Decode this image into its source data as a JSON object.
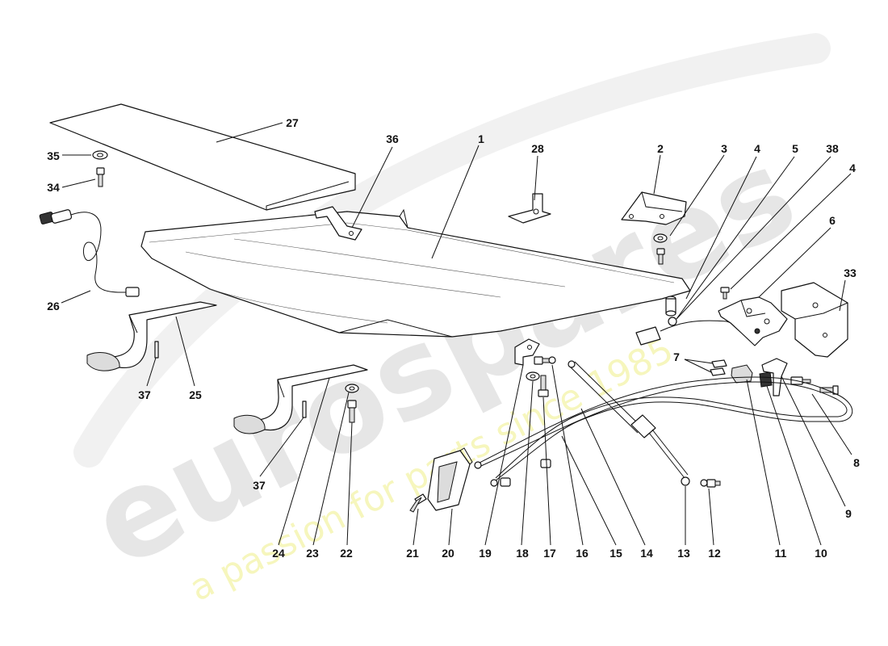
{
  "watermark": {
    "brand": "eurospares",
    "tagline": "a passion for parts since 1985"
  },
  "callouts": {
    "c1": "1",
    "c2": "2",
    "c3": "3",
    "c4a": "4",
    "c4b": "4",
    "c5": "5",
    "c6": "6",
    "c7": "7",
    "c8": "8",
    "c9": "9",
    "c10": "10",
    "c11": "11",
    "c12": "12",
    "c13": "13",
    "c14": "14",
    "c15": "15",
    "c16": "16",
    "c17": "17",
    "c18": "18",
    "c19": "19",
    "c20": "20",
    "c21": "21",
    "c22": "22",
    "c23": "23",
    "c24": "24",
    "c25": "25",
    "c26": "26",
    "c27": "27",
    "c28": "28",
    "c33": "33",
    "c34": "34",
    "c35": "35",
    "c36": "36",
    "c37a": "37",
    "c37b": "37",
    "c38": "38"
  }
}
